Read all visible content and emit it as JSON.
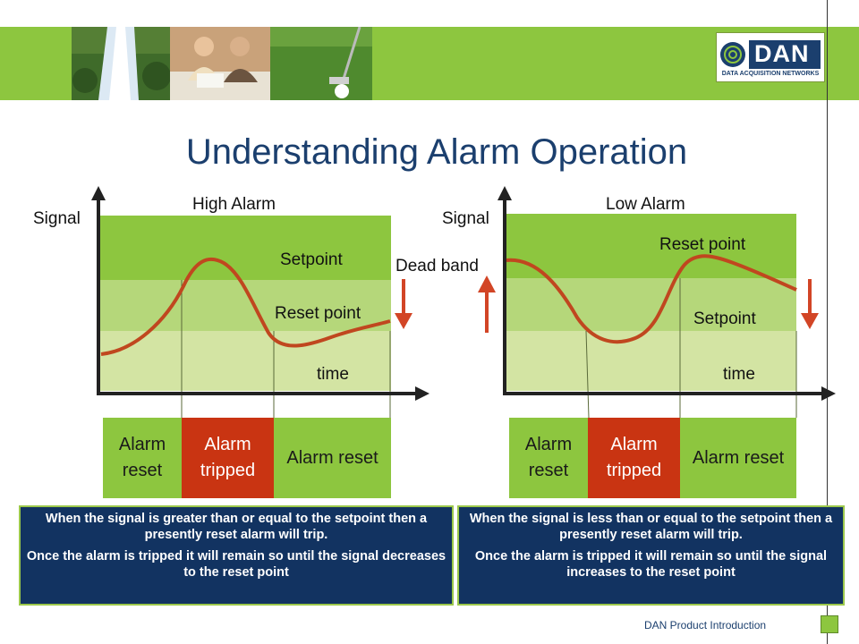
{
  "title": "Understanding Alarm Operation",
  "logo": {
    "text": "DAN",
    "tagline": "DATA ACQUISITION NETWORKS"
  },
  "colors": {
    "banner": "#8dc63f",
    "zone_top": "#8dc63f",
    "zone_mid": "#b5d77a",
    "zone_low": "#d3e4a3",
    "curve": "#c0471f",
    "tripped": "#c93412",
    "reset_box": "#8dc63f",
    "desc_bg": "#123361",
    "title": "#1b3f6e"
  },
  "high": {
    "title": "High Alarm",
    "signal": "Signal",
    "setpoint": "Setpoint",
    "reset_point": "Reset point",
    "time": "time",
    "boxes": [
      "Alarm reset",
      "Alarm tripped",
      "Alarm reset"
    ],
    "desc1": "When the signal is greater than or equal to the setpoint then a presently reset alarm will trip.",
    "desc2": "Once the alarm is tripped it will remain so until the signal decreases to the reset point"
  },
  "low": {
    "title": "Low Alarm",
    "signal": "Signal",
    "reset_point": "Reset point",
    "dead_band": "Dead band",
    "setpoint": "Setpoint",
    "time": "time",
    "boxes": [
      "Alarm reset",
      "Alarm tripped",
      "Alarm reset"
    ],
    "desc1": "When the signal is less than or equal to the setpoint then a presently reset alarm will trip.",
    "desc2": "Once the alarm is tripped it will remain so until the signal increases to the reset point"
  },
  "footer": "DAN Product Introduction"
}
